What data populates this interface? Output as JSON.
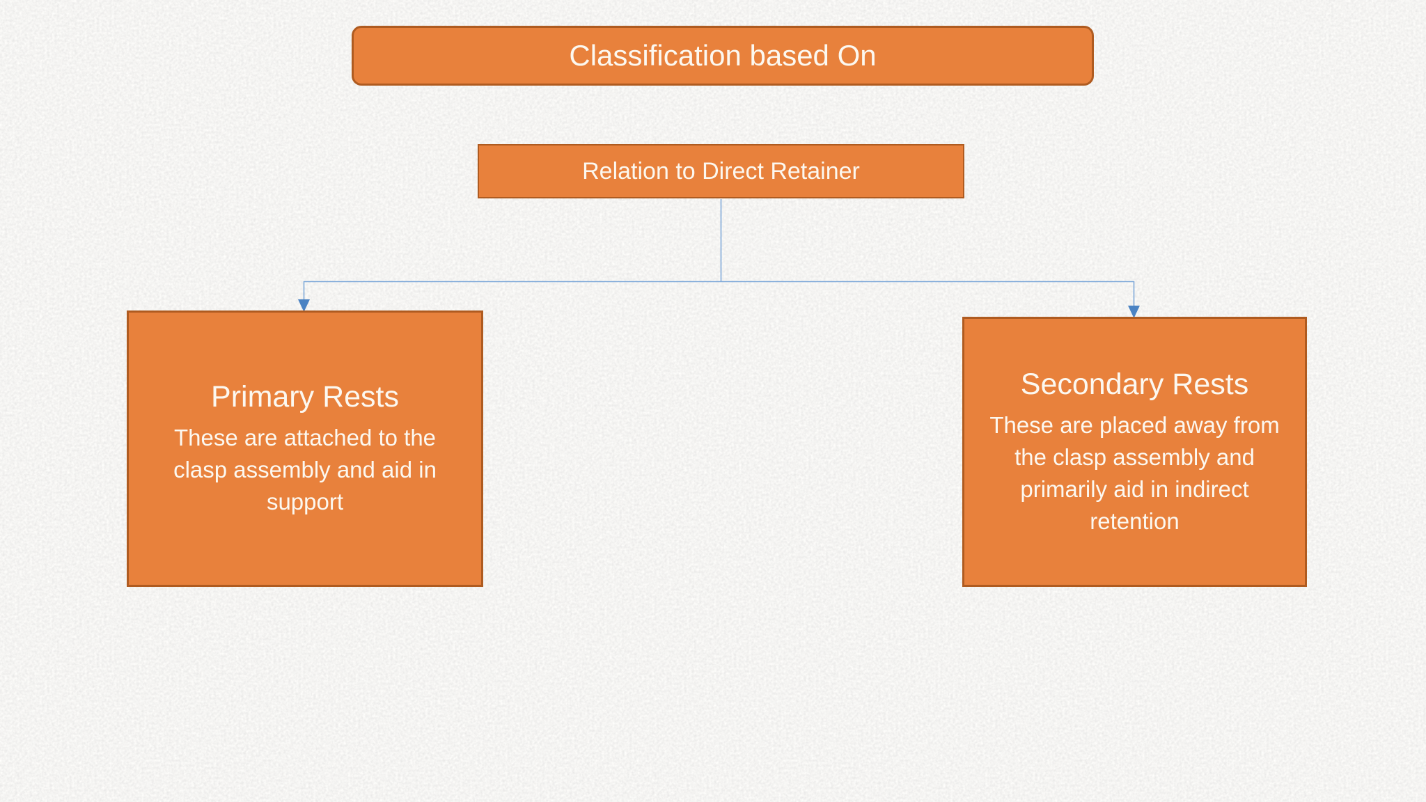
{
  "slide": {
    "title_box": {
      "label": "Classification based On"
    },
    "criterion_box": {
      "label": "Relation to Direct Retainer"
    },
    "branches": [
      {
        "title": "Primary Rests",
        "description": "These are attached to the clasp assembly and aid in support"
      },
      {
        "title": "Secondary Rests",
        "description": "These are placed away from the clasp assembly and primarily aid in indirect retention"
      }
    ],
    "colors": {
      "box_fill": "#E8813C",
      "box_border": "#AF5B20",
      "box_text": "#FCF8F0",
      "connector_line": "#7FA9D9",
      "connector_arrow": "#4B83C3",
      "background": "#EDECE9"
    }
  }
}
